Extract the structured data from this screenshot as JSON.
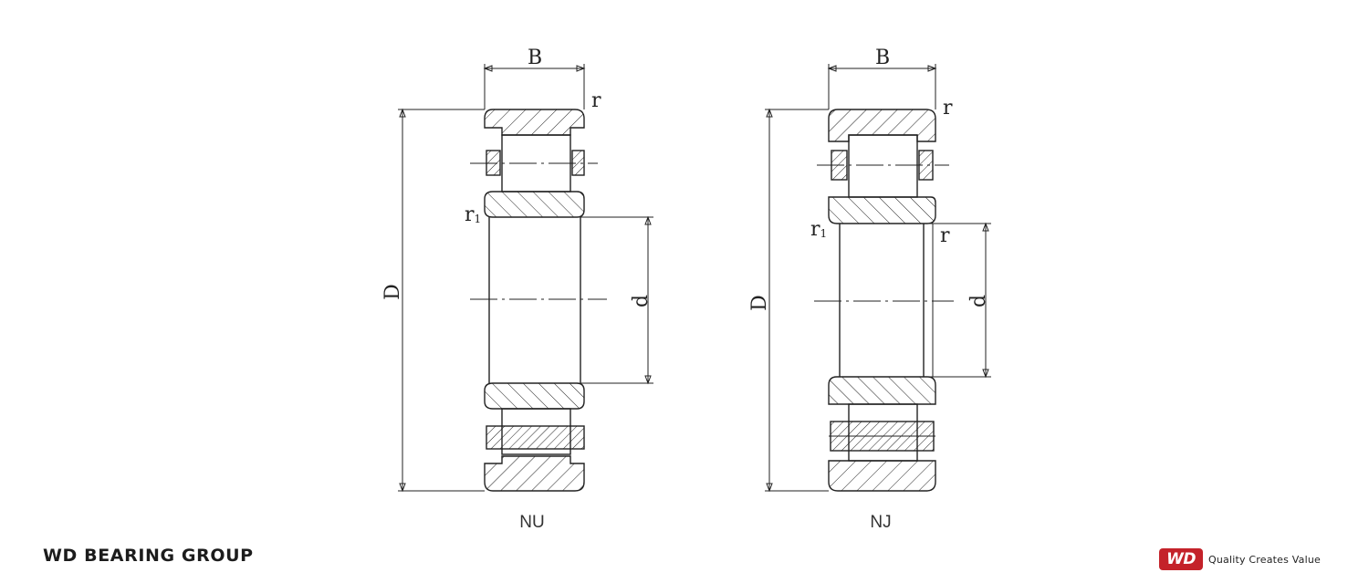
{
  "labels": {
    "width": "B",
    "outer_diameter": "D",
    "bore_diameter": "d",
    "chamfer": "r",
    "chamfer_inner_prefix": "r",
    "chamfer_inner_sub": "1"
  },
  "bearings": [
    {
      "type": "NU"
    },
    {
      "type": "NJ"
    }
  ],
  "footer": {
    "company": "WD BEARING GROUP",
    "logo_text": "WD",
    "slogan": "Quality Creates Value"
  },
  "colors": {
    "logo_red": "#c4222a",
    "line": "#222222"
  }
}
